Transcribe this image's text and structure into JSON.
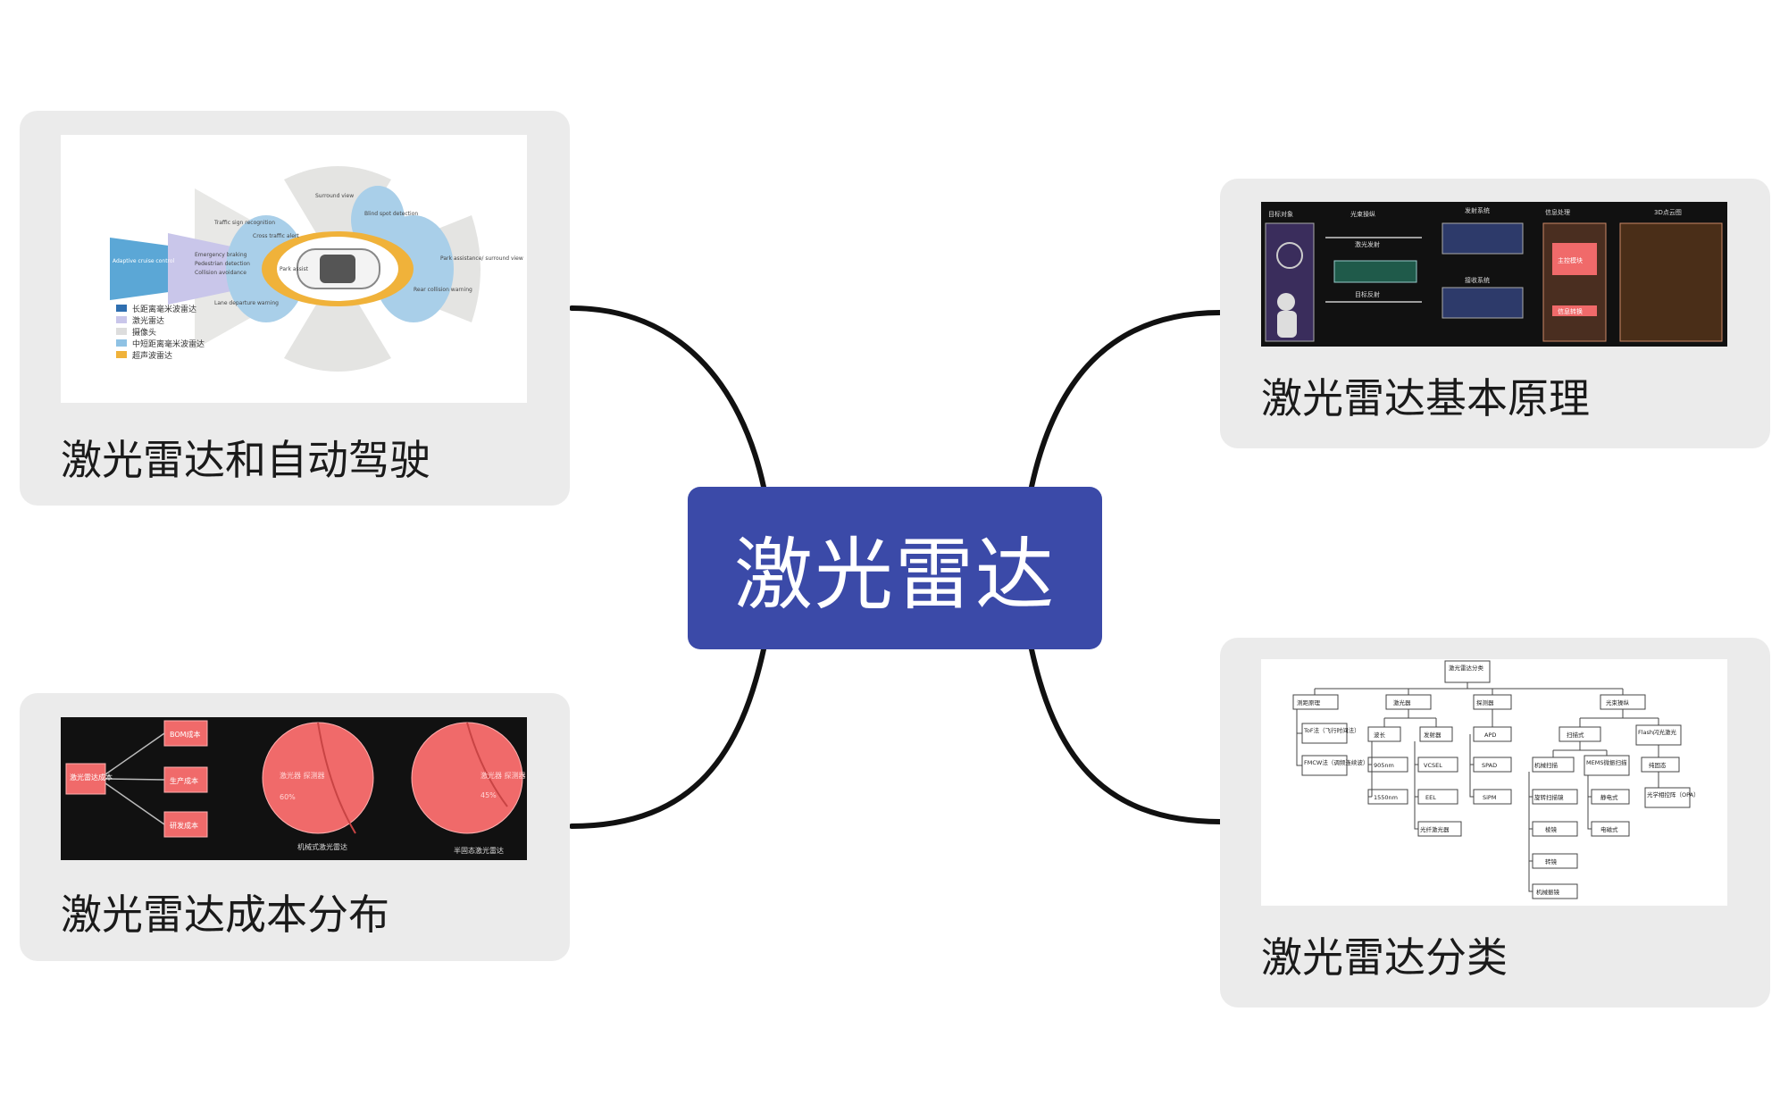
{
  "central": {
    "title": "激光雷达"
  },
  "nodes": {
    "top_left": {
      "title": "激光雷达和自动驾驶",
      "thumbnail": {
        "legend": [
          "长距离毫米波雷达",
          "激光雷达",
          "摄像头",
          "中短距离毫米波雷达",
          "超声波雷达"
        ],
        "zones": [
          "Adaptive cruise control",
          "Emergency braking",
          "Pedestrian detection",
          "Collision avoidance",
          "Traffic sign recognition",
          "Lane departure warning",
          "Cross traffic alert",
          "Surround view",
          "Blind spot detection",
          "Park assist",
          "Rear collision warning",
          "Park assistance/ surround view"
        ]
      }
    },
    "bottom_left": {
      "title": "激光雷达成本分布",
      "thumbnail": {
        "root": "激光雷达成本",
        "items": [
          "BOM成本",
          "生产成本",
          "研发成本"
        ],
        "pies": [
          {
            "caption": "机械式激光雷达",
            "text": "激光器 探测器",
            "percent": "60%",
            "value": 60
          },
          {
            "caption": "半固态激光雷达",
            "text": "激光器 探测器",
            "percent": "45%",
            "value": 45
          }
        ]
      }
    },
    "top_right": {
      "title": "激光雷达基本原理",
      "thumbnail": {
        "columns": [
          "目标对象",
          "光束操纵",
          "发射系统",
          "信息处理",
          "3D点云图"
        ],
        "labels": [
          "激光发射",
          "目标反射",
          "接收系统",
          "主控模块",
          "信息转换"
        ]
      }
    },
    "bottom_right": {
      "title": "激光雷达分类",
      "thumbnail": {
        "root": "激光雷达分类",
        "branches": [
          "测距原理",
          "激光器",
          "探测器",
          "光束操纵"
        ],
        "leaves": [
          "ToF法（飞行时间法）",
          "FMCW法（调频连续波）",
          "波长",
          "发射器",
          "905nm",
          "1550nm",
          "VCSEL",
          "EEL",
          "光纤激光器",
          "APD",
          "SPAD",
          "SiPM",
          "扫描式",
          "Flash闪光激光",
          "机械扫描",
          "MEMS微振扫描",
          "纯固态",
          "旋转扫描镜",
          "棱镜",
          "转镜",
          "机械振镜",
          "静电式",
          "电磁式",
          "光学相控阵（OPA）"
        ]
      }
    }
  },
  "colors": {
    "central_bg": "#3b4aa8",
    "card_bg": "#ebebeb",
    "connector": "#111111"
  }
}
